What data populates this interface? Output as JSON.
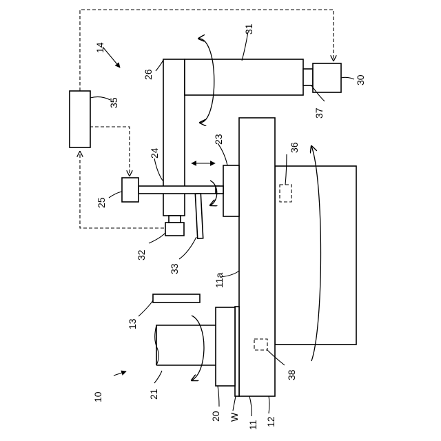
{
  "labels": {
    "l10": "10",
    "l11": "11",
    "l11a": "11a",
    "l12": "12",
    "l13": "13",
    "l14": "14",
    "l20": "20",
    "l21": "21",
    "l23": "23",
    "l24": "24",
    "l25": "25",
    "l26": "26",
    "l30": "30",
    "l31": "31",
    "l32": "32",
    "l33": "33",
    "l35": "35",
    "l36": "36",
    "l37": "37",
    "l38": "38",
    "lW": "W"
  }
}
